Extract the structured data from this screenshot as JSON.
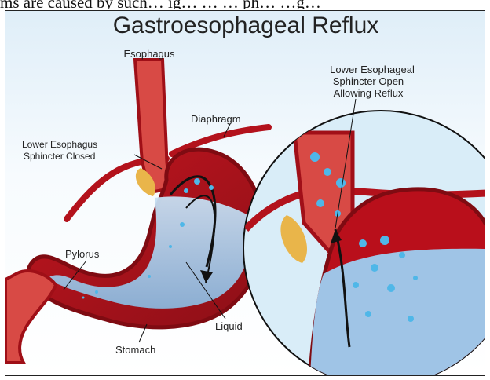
{
  "top_text": "ms are caused by such… ig… … … ph… …g…",
  "diagram": {
    "title": "Gastroesophageal Reflux",
    "labels": {
      "esophagus": "Esophagus",
      "diaphragm": "Diaphragm",
      "lower_sphincter_closed_line1": "Lower Esophagus",
      "lower_sphincter_closed_line2": "Sphincter Closed",
      "lower_sphincter_open_line1": "Lower Esophageal",
      "lower_sphincter_open_line2": "Sphincter Open",
      "lower_sphincter_open_line3": "Allowing Reflux",
      "pylorus": "Pylorus",
      "liquid": "Liquid",
      "stomach": "Stomach"
    },
    "colors": {
      "tissue_red": "#b3121c",
      "muscle_pink": "#d84a45",
      "fat_yellow": "#e9b54a",
      "liquid_blue": "#a7c9e8",
      "bubble_blue": "#4fb7e8",
      "background_blue": "#dfeef8"
    }
  }
}
